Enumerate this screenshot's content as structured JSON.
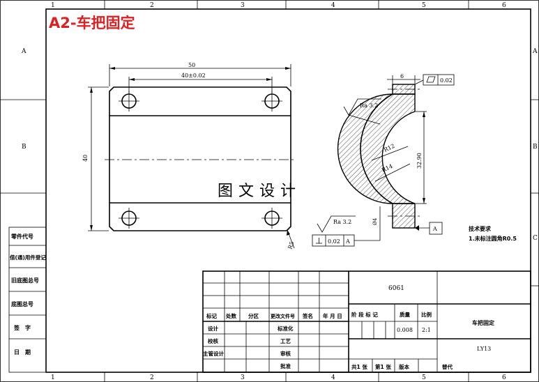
{
  "sheet": {
    "title": "A2-车把固定",
    "column_labels": [
      "1",
      "2",
      "3",
      "4",
      "5",
      "6"
    ],
    "row_labels": [
      "A",
      "B",
      "C"
    ],
    "watermark": "图文设计",
    "left_strip": [
      "零件代号",
      "借(通)用件登记",
      "旧底图总号",
      "底图总号",
      "签　字",
      "日　期"
    ]
  },
  "dimensions": {
    "overall_width": "50",
    "hole_spacing": "40±0.02",
    "height": "40",
    "chamfer": "R5",
    "wall_thickness": "6",
    "flatness_value": "0.02",
    "roughness_top": "Ra 3.2",
    "roughness_bottom": "Ra 3.2",
    "inner_radius": "R12",
    "outer_radius": "R14",
    "chord": "32.90",
    "hole_dia": "Ø4",
    "datum": "A",
    "perp_value": "0.02",
    "perp_datum": "A"
  },
  "notes": {
    "heading": "技术要求",
    "line1": "1.未标注圆角R0.5"
  },
  "title_block": {
    "material": "6061",
    "part_name": "车把固定",
    "drawing_no": "LY13",
    "weight": "0.008",
    "scale": "2:1",
    "stage_header": "阶 段 标 记",
    "weight_header": "质量",
    "scale_header": "比例",
    "rev_headers": [
      "标记",
      "处数",
      "分区",
      "更改文件号",
      "签名",
      "年 月 日"
    ],
    "roles_left": [
      "设计",
      "校核",
      "主管设计"
    ],
    "roles_mid": [
      "标准化",
      "工艺",
      "审核",
      "批准"
    ],
    "sheets_total": "共1 张",
    "sheet_no": "第1 张",
    "version": "版本",
    "replace": "替代"
  }
}
